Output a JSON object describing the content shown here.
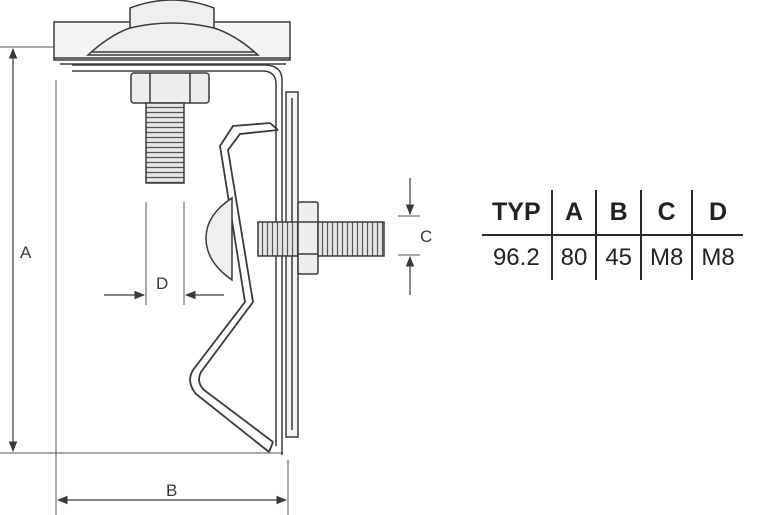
{
  "diagram": {
    "dimension_labels": {
      "a": "A",
      "b": "B",
      "c": "C",
      "d": "D"
    }
  },
  "spec_table": {
    "headers": [
      "TYP",
      "A",
      "B",
      "C",
      "D"
    ],
    "rows": [
      [
        "96.2",
        "80",
        "45",
        "M8",
        "M8"
      ]
    ]
  },
  "colors": {
    "line": "#3a3a3a",
    "fill_light": "#f2f2f2"
  }
}
